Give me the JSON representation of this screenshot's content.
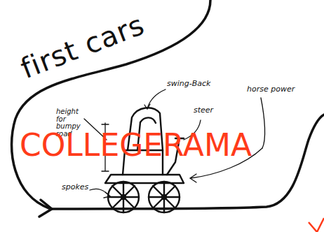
{
  "diagram": {
    "title": "first cars",
    "labels": [
      "swing-Back",
      "horse power",
      "height for bumpy road",
      "steer",
      "spokes",
      "COLLEGERAMA"
    ]
  }
}
